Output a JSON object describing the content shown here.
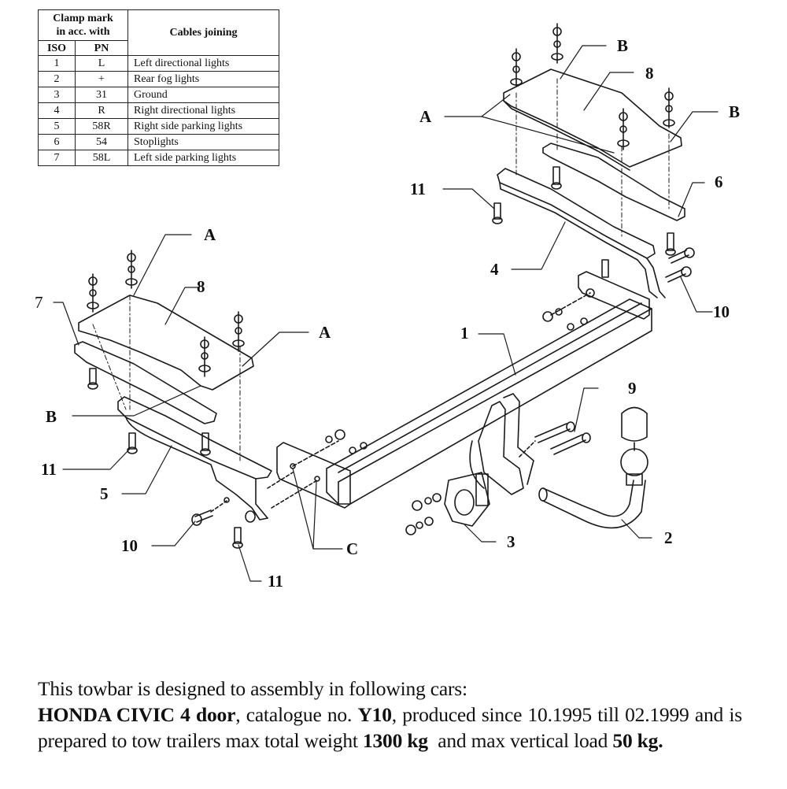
{
  "table": {
    "header_group": "Clamp mark in acc. with",
    "header_group_line1": "Clamp mark",
    "header_group_line2": "in acc. with",
    "header_iso": "ISO",
    "header_pn": "PN",
    "header_cables": "Cables joining",
    "rows": [
      {
        "iso": "1",
        "pn": "L",
        "desc": "Left directional lights"
      },
      {
        "iso": "2",
        "pn": "+",
        "desc": "Rear fog lights"
      },
      {
        "iso": "3",
        "pn": "31",
        "desc": "Ground"
      },
      {
        "iso": "4",
        "pn": "R",
        "desc": "Right directional lights"
      },
      {
        "iso": "5",
        "pn": "58R",
        "desc": "Right side parking lights"
      },
      {
        "iso": "6",
        "pn": "54",
        "desc": "Stoplights"
      },
      {
        "iso": "7",
        "pn": "58L",
        "desc": "Left side parking lights"
      }
    ]
  },
  "diagram": {
    "callouts": {
      "B_top": "B",
      "eight_top": "8",
      "A_top": "A",
      "B_right": "B",
      "eleven_top": "11",
      "six": "6",
      "four": "4",
      "ten_right": "10",
      "A_left_top": "A",
      "eight_left": "8",
      "seven": "7",
      "A_left_mid": "A",
      "one": "1",
      "nine": "9",
      "B_left": "B",
      "eleven_left": "11",
      "five": "5",
      "ten_left": "10",
      "C": "C",
      "three": "3",
      "two": "2",
      "eleven_bottom": "11"
    }
  },
  "caption": {
    "line1": "This towbar is designed to assembly in following cars:",
    "model": "HONDA CIVIC 4 door",
    "sep1": ", catalogue no. ",
    "catalogue": "Y10",
    "sep2": ", produced since 10.1995 till 02.1999 and is prepared to tow trailers max total weight ",
    "max_weight": "1300 kg",
    "sep3": "  and max vertical load ",
    "vertical_load": "50 kg."
  }
}
